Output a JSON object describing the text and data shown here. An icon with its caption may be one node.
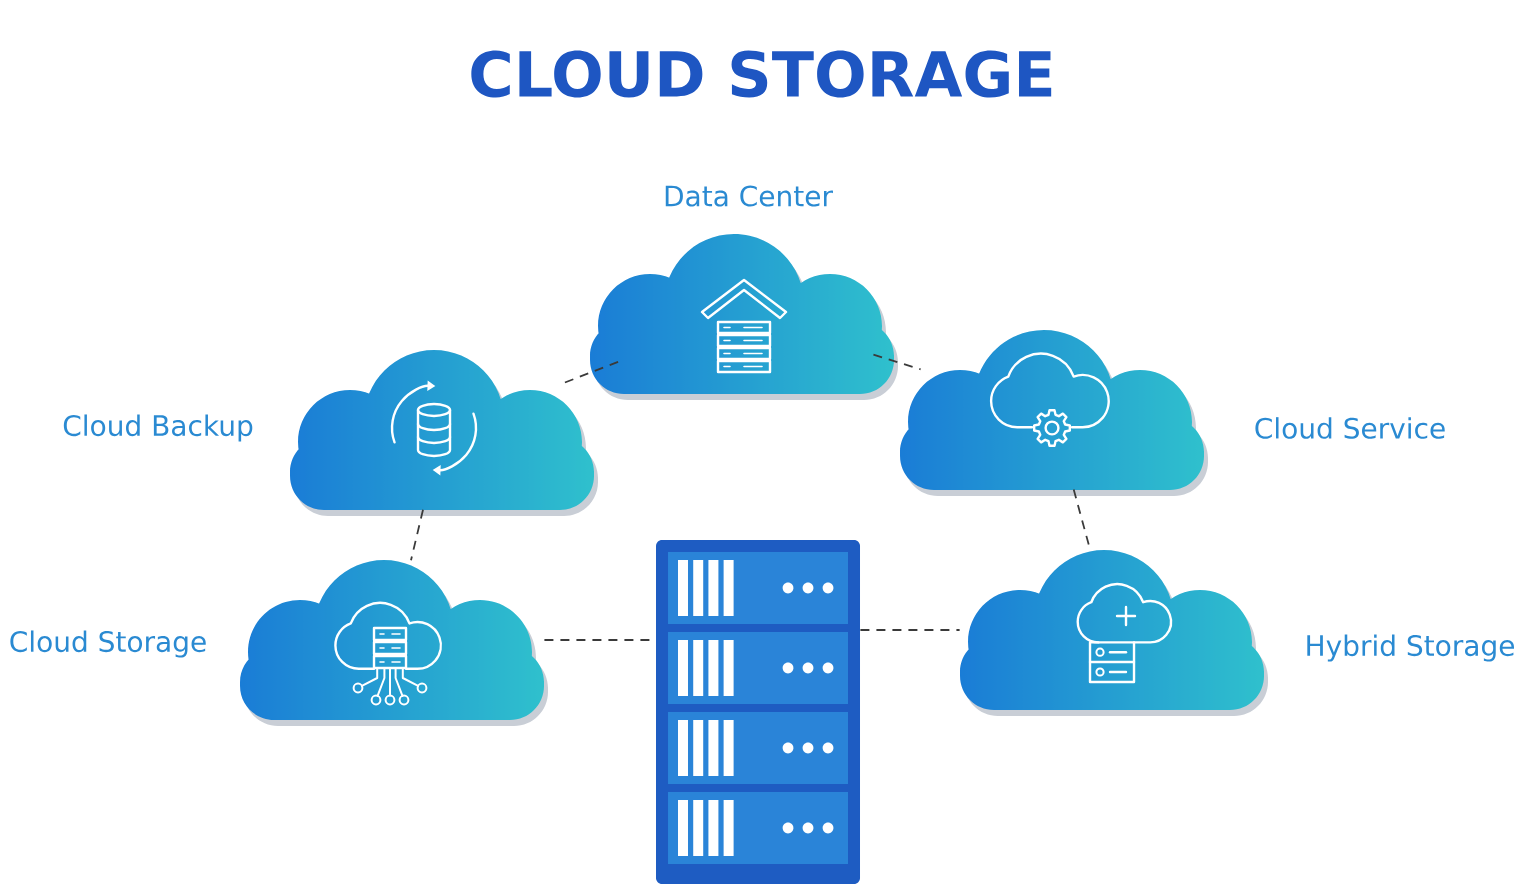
{
  "diagram": {
    "title": "CLOUD STORAGE",
    "nodes": [
      {
        "text": [
          "Data Center"
        ]
      },
      {
        "text": [
          "Cloud Backup"
        ]
      },
      {
        "text": [
          "Cloud Service"
        ]
      },
      {
        "text": [
          "Cloud Storage"
        ]
      },
      {
        "text": [],
        "shape": "picture"
      },
      {
        "text": [
          "Hybrid Storage"
        ]
      }
    ],
    "edges": [
      {
        "from": 1,
        "to": 0,
        "arrow": "none",
        "style": "dashed"
      },
      {
        "from": 0,
        "to": 2,
        "arrow": "none",
        "style": "dashed"
      },
      {
        "from": 1,
        "to": 3,
        "arrow": "none",
        "style": "dashed"
      },
      {
        "from": 2,
        "to": 5,
        "arrow": "none",
        "style": "dashed"
      },
      {
        "from": 3,
        "to": 4,
        "arrow": "none",
        "style": "dashed"
      },
      {
        "from": 4,
        "to": 5,
        "arrow": "none",
        "style": "dashed"
      }
    ]
  }
}
